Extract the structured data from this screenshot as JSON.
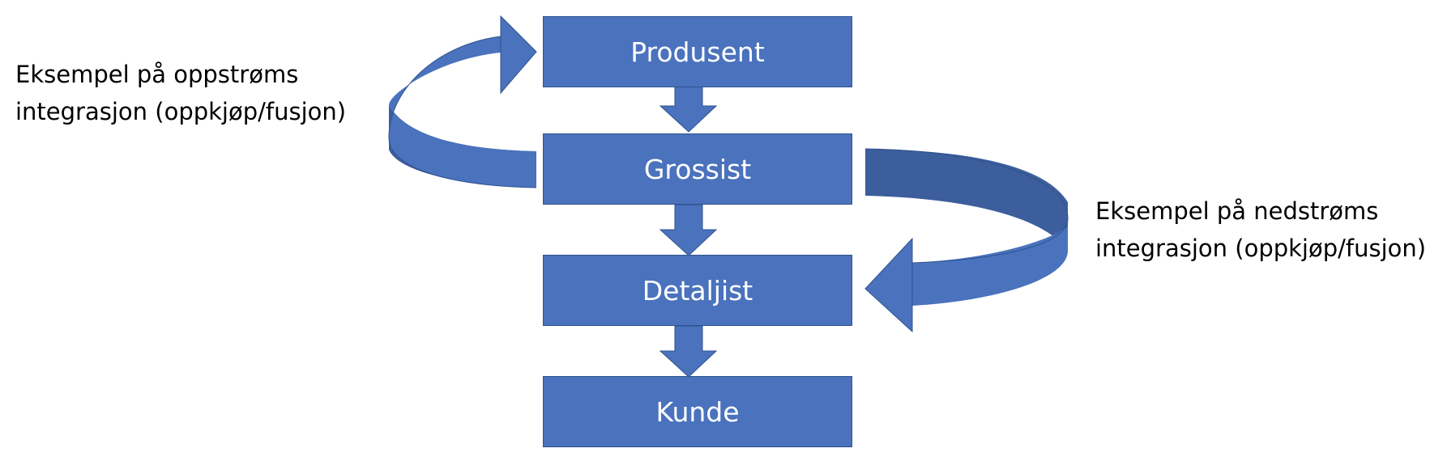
{
  "nodes": [
    {
      "label": "Produsent"
    },
    {
      "label": "Grossist"
    },
    {
      "label": "Detaljist"
    },
    {
      "label": "Kunde"
    }
  ],
  "annotations": {
    "upstream": {
      "line1": "Eksempel på  oppstrøms",
      "line2": "integrasjon (oppkjøp/fusjon)"
    },
    "downstream": {
      "line1": "Eksempel på  nedstrøms",
      "line2": "integrasjon (oppkjøp/fusjon)"
    }
  },
  "colors": {
    "box_fill": "#4a72bd",
    "box_border": "#2f528f",
    "arrow_fill": "#4a72bd",
    "arrow_dark": "#3d5e9c",
    "text_on_box": "#ffffff",
    "caption_text": "#000000"
  }
}
